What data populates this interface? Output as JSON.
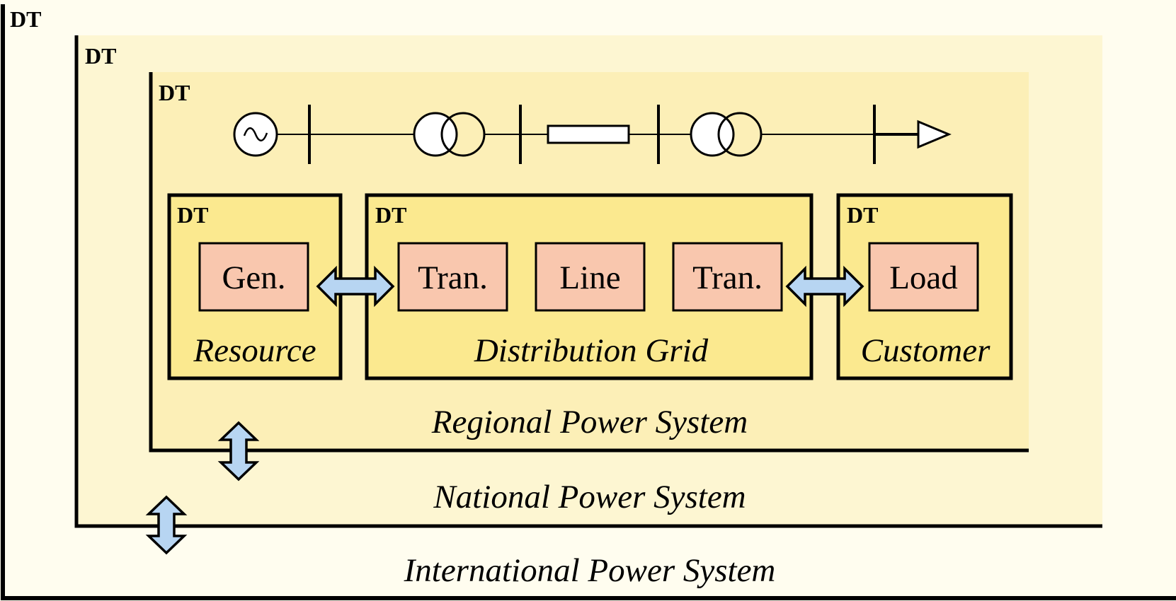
{
  "colors": {
    "international_bg": "#fffdef",
    "national_bg": "#fdf6d2",
    "regional_bg": "#fcefb7",
    "module_bg": "#fbe98f",
    "component_bg": "#f9c7ae",
    "arrow_fill": "#b7d5f2"
  },
  "levels": {
    "international": {
      "dt_label": "DT",
      "caption": "International Power System"
    },
    "national": {
      "dt_label": "DT",
      "caption": "National Power System"
    },
    "regional": {
      "dt_label": "DT",
      "caption": "Regional Power System"
    }
  },
  "single_line_diagram": {
    "symbols": [
      "generator-icon",
      "busbar-icon",
      "transformer-icon",
      "busbar-icon",
      "line-icon",
      "busbar-icon",
      "transformer-icon",
      "busbar-icon",
      "load-arrow-icon"
    ]
  },
  "modules": {
    "resource": {
      "dt_label": "DT",
      "caption": "Resource",
      "components": [
        "Gen."
      ]
    },
    "distribution_grid": {
      "dt_label": "DT",
      "caption": "Distribution Grid",
      "components": [
        "Tran.",
        "Line",
        "Tran."
      ]
    },
    "customer": {
      "dt_label": "DT",
      "caption": "Customer",
      "components": [
        "Load"
      ]
    }
  },
  "connections": [
    {
      "from": "Resource",
      "to": "Distribution Grid",
      "type": "bidirectional"
    },
    {
      "from": "Distribution Grid",
      "to": "Customer",
      "type": "bidirectional"
    },
    {
      "from": "Regional Power System",
      "to": "National Power System",
      "type": "bidirectional"
    },
    {
      "from": "National Power System",
      "to": "International Power System",
      "type": "bidirectional"
    }
  ]
}
